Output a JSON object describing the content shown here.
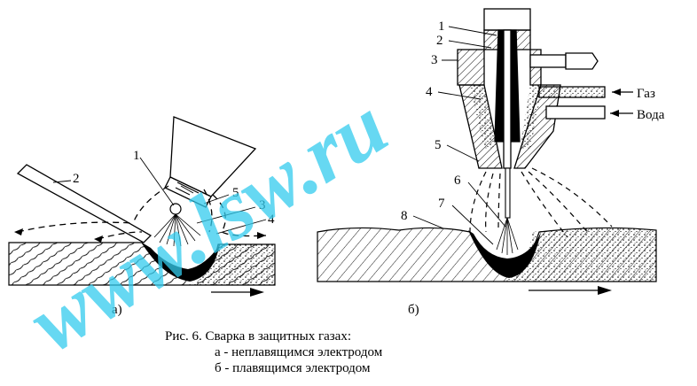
{
  "left_figure": {
    "tag": "а)",
    "callouts": [
      "1",
      "2",
      "3",
      "4",
      "5"
    ]
  },
  "right_figure": {
    "tag": "б)",
    "callouts": [
      "1",
      "2",
      "3",
      "4",
      "5",
      "6",
      "7",
      "8"
    ],
    "gas_label": "Газ",
    "water_label": "Вода"
  },
  "caption": {
    "line1": "Рис. 6.  Сварка в защитных газах:",
    "line2": "а - неплавящимся электродом",
    "line3": "б - плавящимся электродом"
  },
  "watermark": "www.lsw.ru",
  "colors": {
    "ink": "#000000",
    "watermark": "#33ccee"
  }
}
